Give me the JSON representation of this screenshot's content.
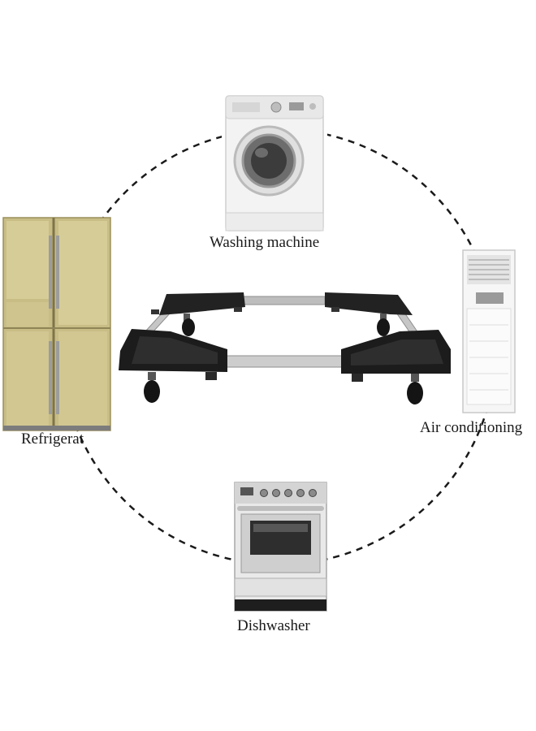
{
  "labels": {
    "washing_machine": "Washing machine",
    "refrigerator": "Refrigerat",
    "air_conditioning": "Air conditioning",
    "dishwasher": "Dishwasher"
  },
  "colors": {
    "dashed_circle": "#1a1a1a",
    "fridge_gold": "#c9bd86",
    "stand_black": "#1f1f1f",
    "stand_steel": "#b9b9b9",
    "appliance_white": "#f2f2f2"
  },
  "icons": [
    "washing-machine-icon",
    "refrigerator-icon",
    "air-conditioner-icon",
    "oven-icon",
    "mobile-stand-icon"
  ]
}
